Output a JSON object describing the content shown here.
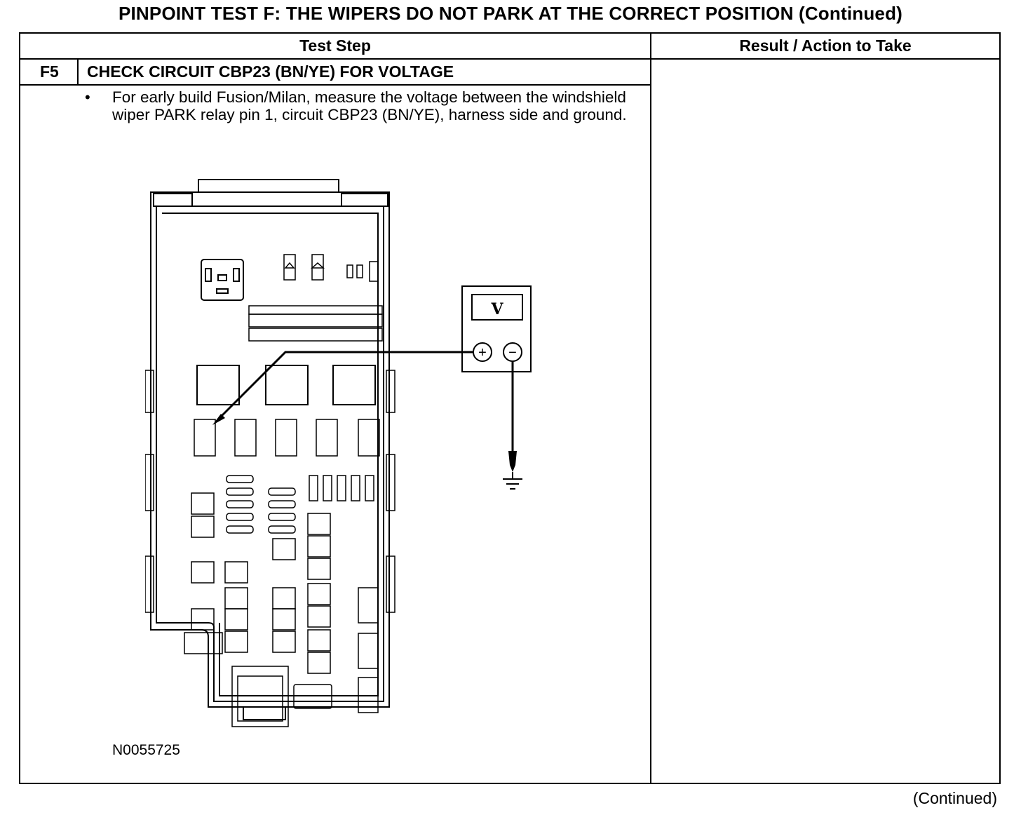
{
  "title": "PINPOINT TEST  F: THE WIPERS DO NOT PARK AT THE CORRECT POSITION (Continued)",
  "table": {
    "header_test_step": "Test Step",
    "header_result": "Result / Action to Take"
  },
  "step": {
    "number": "F5",
    "heading": "CHECK CIRCUIT CBP23 (BN/YE) FOR VOLTAGE",
    "bullet": "•",
    "instruction": "For early build Fusion/Milan, measure the voltage between the windshield wiper PARK relay pin 1, circuit CBP23 (BN/YE), harness side and ground.",
    "figure_id": "N0055725"
  },
  "meter": {
    "display": "V",
    "plus": "+",
    "minus": "−"
  },
  "footer": {
    "continued": "(Continued)"
  }
}
